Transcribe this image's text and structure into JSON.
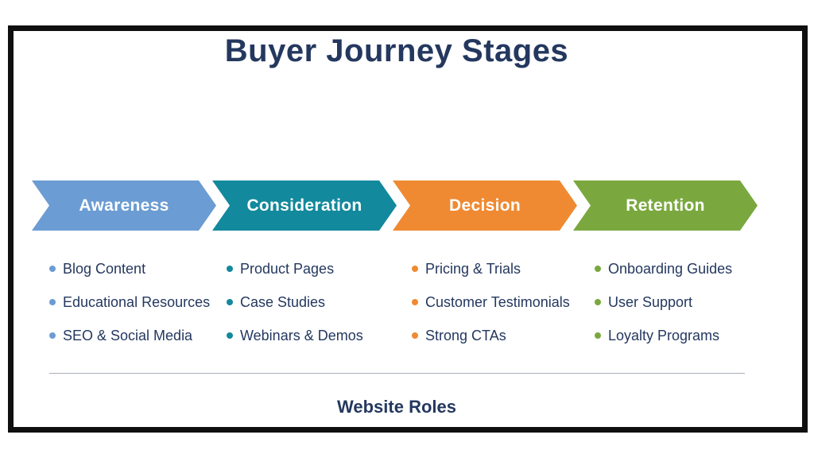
{
  "title": "Buyer Journey Stages",
  "stages": [
    {
      "name": "Awareness",
      "color": "#6b9cd3",
      "items": [
        "Blog Content",
        "Educational Resources",
        "SEO & Social Media"
      ]
    },
    {
      "name": "Consideration",
      "color": "#12899c",
      "items": [
        "Product Pages",
        "Case Studies",
        "Webinars & Demos"
      ]
    },
    {
      "name": "Decision",
      "color": "#ef8a33",
      "items": [
        "Pricing & Trials",
        "Customer Testimonials",
        "Strong CTAs"
      ]
    },
    {
      "name": "Retention",
      "color": "#7aa83f",
      "items": [
        "Onboarding Guides",
        "User Support",
        "Loyalty Programs"
      ]
    }
  ],
  "footer": {
    "label": "Website Roles"
  },
  "colors": {
    "heading_text": "#24385f",
    "body_text": "#24385f",
    "stage_label_text": "#ffffff",
    "divider": "#a9afba",
    "frame_border": "#0f0f0f",
    "background": "#ffffff"
  }
}
